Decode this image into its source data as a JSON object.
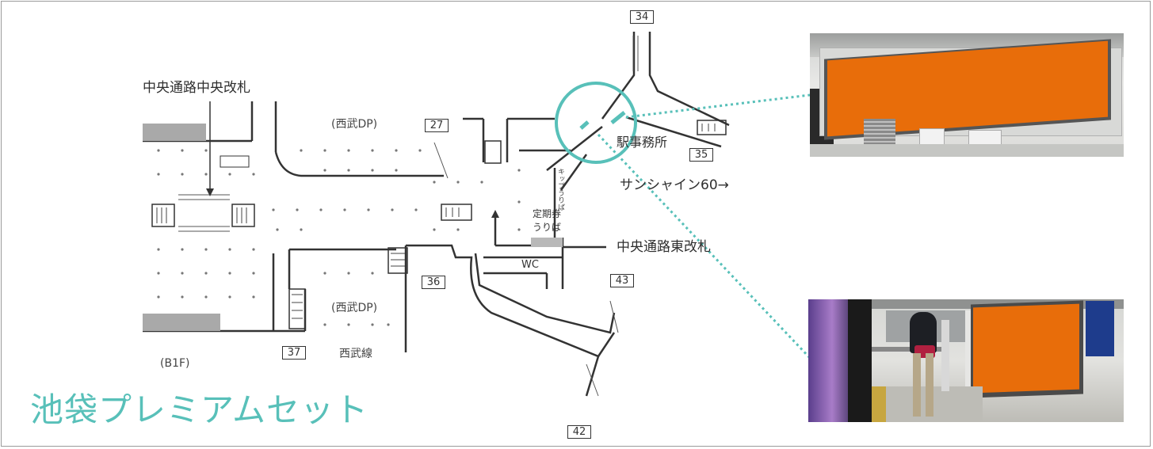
{
  "title": "池袋プレミアムセット",
  "colors": {
    "accent": "#58c0b9",
    "ad": "#e86d0a",
    "wall": "#333333"
  },
  "map": {
    "labels": {
      "central_central_gate": "中央通路中央改札",
      "central_east_gate": "中央通路東改札",
      "seibu_dp_top": "(西武DP)",
      "seibu_dp_bottom": "(西武DP)",
      "seibu_line": "西武線",
      "floor": "(B1F)",
      "station_office": "駅事務所",
      "sunshine": "サンシャイン60→",
      "commuter_pass_1": "定期券",
      "commuter_pass_2": "うりば",
      "wc": "WC",
      "vertical_text": "キップうりば"
    },
    "exits": {
      "e34": "34",
      "e27": "27",
      "e35": "35",
      "e36": "36",
      "e37": "37",
      "e43": "43",
      "e42": "42"
    }
  },
  "photos": [
    {
      "name": "corridor-wall-ad",
      "ad_type": "wall-billboard"
    },
    {
      "name": "passage-ad-with-pedestrians",
      "ad_type": "wall-billboard"
    }
  ]
}
